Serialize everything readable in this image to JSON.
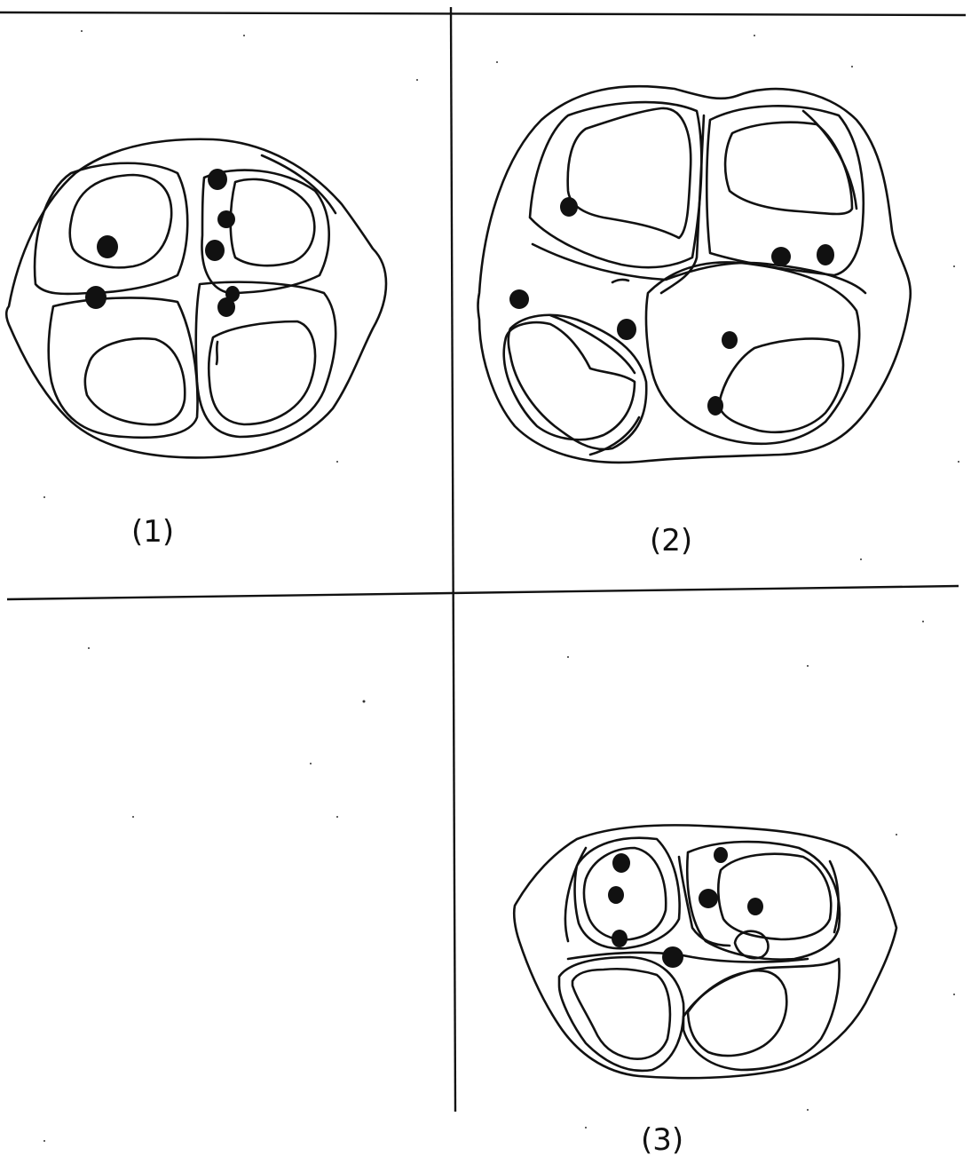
{
  "panels": [
    {
      "id": "panel-1",
      "label": "(1)"
    },
    {
      "id": "panel-2",
      "label": "(2)"
    },
    {
      "id": "panel-3",
      "label": "(3)"
    }
  ],
  "colors": {
    "ink": "#111111",
    "background": "#ffffff"
  }
}
